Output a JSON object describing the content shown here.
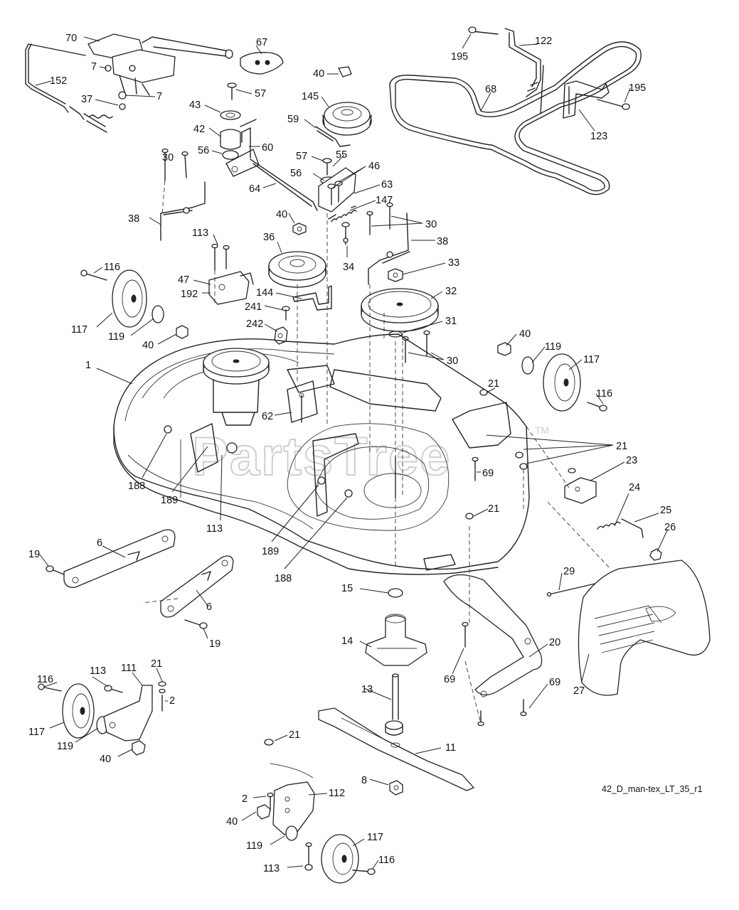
{
  "diagram": {
    "drawing_ref": "42_D_man-tex_LT_35_r1",
    "watermark": "PartsTree",
    "watermark_tm": "TM",
    "callouts": [
      {
        "id": "70",
        "text": "70"
      },
      {
        "id": "67",
        "text": "67"
      },
      {
        "id": "152",
        "text": "152"
      },
      {
        "id": "7a",
        "text": "7"
      },
      {
        "id": "7b",
        "text": "7"
      },
      {
        "id": "37",
        "text": "37"
      },
      {
        "id": "57a",
        "text": "57"
      },
      {
        "id": "43",
        "text": "43"
      },
      {
        "id": "42",
        "text": "42"
      },
      {
        "id": "60",
        "text": "60"
      },
      {
        "id": "56a",
        "text": "56"
      },
      {
        "id": "40a",
        "text": "40"
      },
      {
        "id": "145",
        "text": "145"
      },
      {
        "id": "59",
        "text": "59"
      },
      {
        "id": "195a",
        "text": "195"
      },
      {
        "id": "122",
        "text": "122"
      },
      {
        "id": "68",
        "text": "68"
      },
      {
        "id": "195b",
        "text": "195"
      },
      {
        "id": "123",
        "text": "123"
      },
      {
        "id": "57b",
        "text": "57"
      },
      {
        "id": "55",
        "text": "55"
      },
      {
        "id": "56b",
        "text": "56"
      },
      {
        "id": "46",
        "text": "46"
      },
      {
        "id": "63",
        "text": "63"
      },
      {
        "id": "64",
        "text": "64"
      },
      {
        "id": "147",
        "text": "147"
      },
      {
        "id": "30a",
        "text": "30"
      },
      {
        "id": "38a",
        "text": "38"
      },
      {
        "id": "40b",
        "text": "40"
      },
      {
        "id": "30b",
        "text": "30"
      },
      {
        "id": "38b",
        "text": "38"
      },
      {
        "id": "113a",
        "text": "113"
      },
      {
        "id": "36",
        "text": "36"
      },
      {
        "id": "34",
        "text": "34"
      },
      {
        "id": "33",
        "text": "33"
      },
      {
        "id": "116a",
        "text": "116"
      },
      {
        "id": "47",
        "text": "47"
      },
      {
        "id": "192",
        "text": "192"
      },
      {
        "id": "144",
        "text": "144"
      },
      {
        "id": "32",
        "text": "32"
      },
      {
        "id": "241",
        "text": "241"
      },
      {
        "id": "117a",
        "text": "117"
      },
      {
        "id": "119a",
        "text": "119"
      },
      {
        "id": "40c",
        "text": "40"
      },
      {
        "id": "242",
        "text": "242"
      },
      {
        "id": "31",
        "text": "31"
      },
      {
        "id": "40d",
        "text": "40"
      },
      {
        "id": "119b",
        "text": "119"
      },
      {
        "id": "117b",
        "text": "117"
      },
      {
        "id": "30c",
        "text": "30"
      },
      {
        "id": "1",
        "text": "1"
      },
      {
        "id": "21a",
        "text": "21"
      },
      {
        "id": "116b",
        "text": "116"
      },
      {
        "id": "62",
        "text": "62"
      },
      {
        "id": "21b",
        "text": "21"
      },
      {
        "id": "23",
        "text": "23"
      },
      {
        "id": "69a",
        "text": "69"
      },
      {
        "id": "188a",
        "text": "188"
      },
      {
        "id": "24",
        "text": "24"
      },
      {
        "id": "189a",
        "text": "189"
      },
      {
        "id": "25",
        "text": "25"
      },
      {
        "id": "21c",
        "text": "21"
      },
      {
        "id": "113b",
        "text": "113"
      },
      {
        "id": "26",
        "text": "26"
      },
      {
        "id": "189b",
        "text": "189"
      },
      {
        "id": "6a",
        "text": "6"
      },
      {
        "id": "19a",
        "text": "19"
      },
      {
        "id": "188b",
        "text": "188"
      },
      {
        "id": "29",
        "text": "29"
      },
      {
        "id": "15",
        "text": "15"
      },
      {
        "id": "6b",
        "text": "6"
      },
      {
        "id": "19b",
        "text": "19"
      },
      {
        "id": "14",
        "text": "14"
      },
      {
        "id": "20",
        "text": "20"
      },
      {
        "id": "21d",
        "text": "21"
      },
      {
        "id": "113c",
        "text": "113"
      },
      {
        "id": "111",
        "text": "111"
      },
      {
        "id": "116c",
        "text": "116"
      },
      {
        "id": "2a",
        "text": "2"
      },
      {
        "id": "69b",
        "text": "69"
      },
      {
        "id": "69c",
        "text": "69"
      },
      {
        "id": "27",
        "text": "27"
      },
      {
        "id": "13",
        "text": "13"
      },
      {
        "id": "117c",
        "text": "117"
      },
      {
        "id": "119c",
        "text": "119"
      },
      {
        "id": "40e",
        "text": "40"
      },
      {
        "id": "21e",
        "text": "21"
      },
      {
        "id": "11",
        "text": "11"
      },
      {
        "id": "8",
        "text": "8"
      },
      {
        "id": "2b",
        "text": "2"
      },
      {
        "id": "112",
        "text": "112"
      },
      {
        "id": "40f",
        "text": "40"
      },
      {
        "id": "117d",
        "text": "117"
      },
      {
        "id": "119d",
        "text": "119"
      },
      {
        "id": "113d",
        "text": "113"
      },
      {
        "id": "116d",
        "text": "116"
      }
    ]
  }
}
